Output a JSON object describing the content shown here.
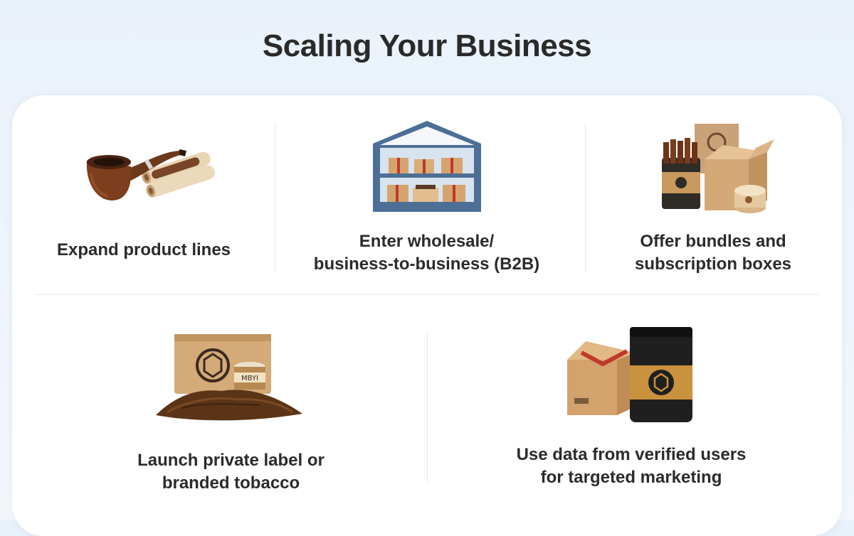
{
  "title": "Scaling Your Business",
  "items": [
    {
      "label": "Expand product lines",
      "icon": "pipe-and-cigars-icon"
    },
    {
      "label": "Enter wholesale/\nbusiness-to-business (B2B)",
      "icon": "warehouse-shelves-icon"
    },
    {
      "label": "Offer bundles and\nsubscription boxes",
      "icon": "bundle-boxes-icon"
    },
    {
      "label": "Launch private label or\nbranded tobacco",
      "icon": "branded-tobacco-pouch-icon"
    },
    {
      "label": "Use data from verified users\nfor targeted marketing",
      "icon": "package-and-pouch-icon"
    }
  ],
  "pouch_tin_text": "MBYI",
  "colors": {
    "background": "#eef4fb",
    "card": "#ffffff",
    "text": "#2b2b2b",
    "divider": "#e4e6ea"
  }
}
